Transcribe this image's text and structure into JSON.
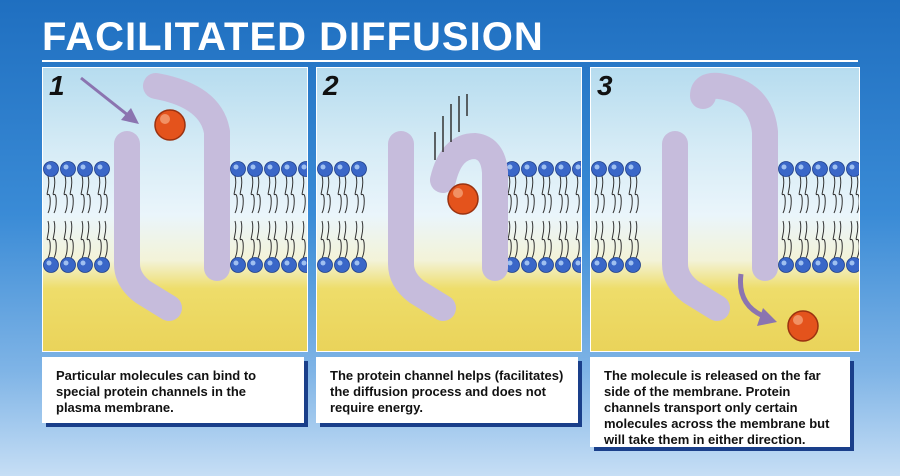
{
  "title": "FACILITATED DIFFUSION",
  "colors": {
    "background": "#2f7fcf",
    "protein": "#c6bcdc",
    "lipid_head": "#3a67c8",
    "molecule": "#e4531c",
    "arrow": "#8b74b0",
    "water_side": "#cfe8f4",
    "cytoplasm_side": "#ecd664"
  },
  "panels": [
    {
      "number": "1",
      "caption": "Particular molecules can bind to special protein channels in the plasma membrane."
    },
    {
      "number": "2",
      "caption": "The protein channel helps (facilitates) the diffusion process and does not require energy."
    },
    {
      "number": "3",
      "caption": "The molecule is released on the far side of the membrane.  Protein channels transport only certain molecules across the membrane but will take them in either direction."
    }
  ]
}
